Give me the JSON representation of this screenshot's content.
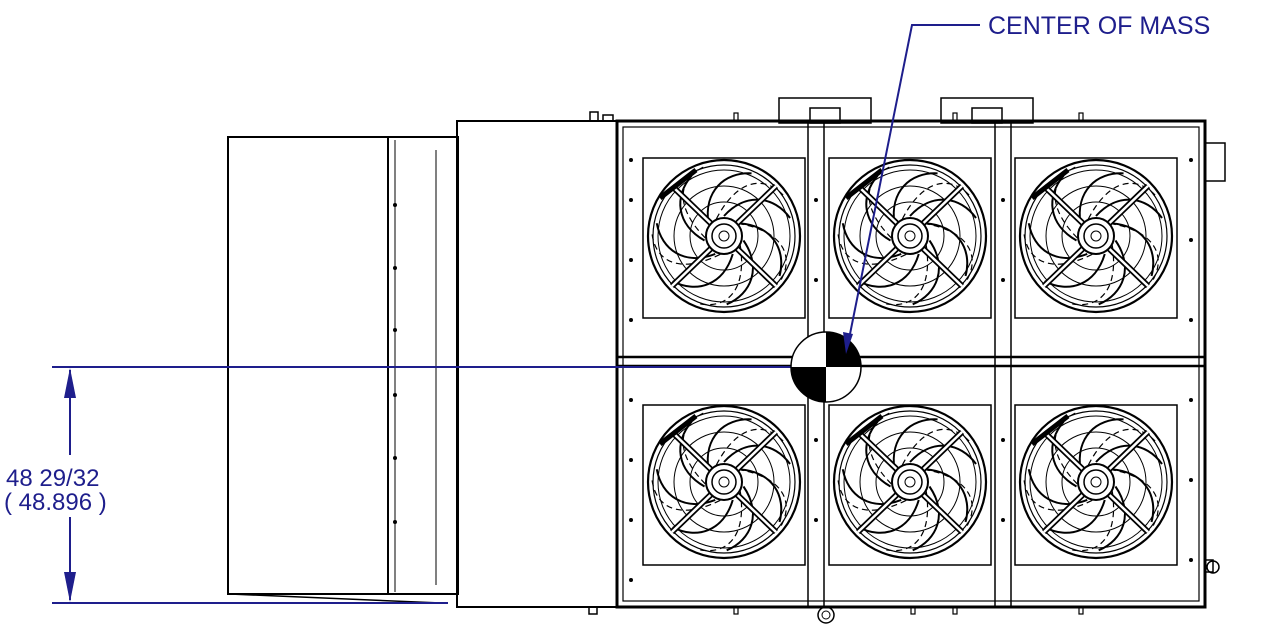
{
  "callout": {
    "label": "CENTER OF MASS"
  },
  "dimension": {
    "fraction_label": "48 29/32",
    "decimal_label": "( 48.896 )"
  },
  "colors": {
    "ink": "#000000",
    "annotation": "#1e1e8c",
    "background": "#ffffff"
  },
  "icons": {
    "fan": "fan-icon",
    "center_of_mass": "center-of-mass-symbol"
  },
  "fan_grid": {
    "rows": 2,
    "columns": 3
  }
}
